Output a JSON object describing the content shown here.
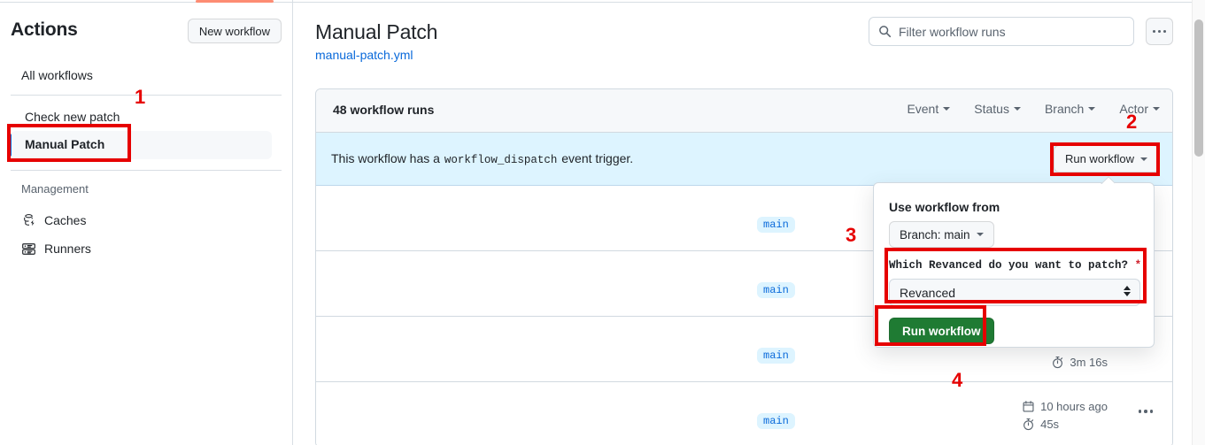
{
  "sidebar": {
    "title": "Actions",
    "new_workflow_label": "New workflow",
    "all_workflows_label": "All workflows",
    "workflows": [
      {
        "label": "Check new patch",
        "selected": false
      },
      {
        "label": "Manual Patch",
        "selected": true
      }
    ],
    "management_label": "Management",
    "management_items": [
      {
        "label": "Caches",
        "icon": "cache-icon"
      },
      {
        "label": "Runners",
        "icon": "runners-icon"
      }
    ]
  },
  "header": {
    "workflow_title": "Manual Patch",
    "workflow_file": "manual-patch.yml",
    "search_placeholder": "Filter workflow runs",
    "search_value": "",
    "search_icon": "search-icon",
    "kebab_icon": "kebab-horizontal-icon"
  },
  "runs": {
    "count_label": "48 workflow runs",
    "filters": [
      {
        "label": "Event"
      },
      {
        "label": "Status"
      },
      {
        "label": "Branch"
      },
      {
        "label": "Actor"
      }
    ],
    "dispatch_banner": {
      "text_before": "This workflow has a",
      "code": "workflow_dispatch",
      "text_after": "event trigger.",
      "run_button_label": "Run workflow"
    },
    "rows": [
      {
        "branch": "main",
        "timestamp": "",
        "duration": ""
      },
      {
        "branch": "main",
        "timestamp": "",
        "duration": ""
      },
      {
        "branch": "main",
        "timestamp": "",
        "duration": "3m 16s"
      },
      {
        "branch": "main",
        "timestamp": "10 hours ago",
        "duration": "45s"
      }
    ]
  },
  "popover": {
    "use_workflow_from_label": "Use workflow from",
    "branch_button_label": "Branch: main",
    "input_label": "Which Revanced do you want to patch?",
    "required_marker": "*",
    "select_value": "Revanced",
    "select_options": [
      "Revanced"
    ],
    "run_button_label": "Run workflow"
  },
  "annotations": [
    {
      "number": "1"
    },
    {
      "number": "2"
    },
    {
      "number": "3"
    },
    {
      "number": "4"
    }
  ],
  "colors": {
    "accent_blue": "#0969da",
    "banner_blue": "#ddf4ff",
    "green_button": "#1f7b33",
    "annotation_red": "#e60000",
    "tab_orange": "#fd8c73"
  }
}
